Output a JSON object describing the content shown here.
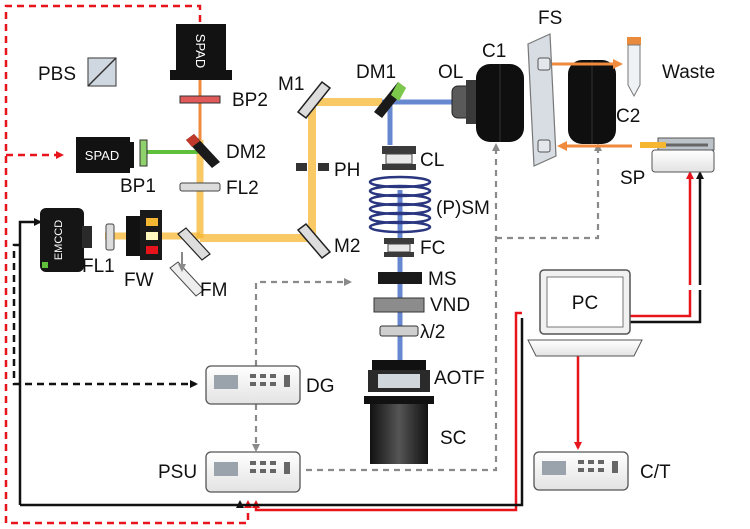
{
  "labels": {
    "fs": "FS",
    "pbs": "PBS",
    "spad_top": "SPAD",
    "spad_side": "SPAD",
    "bp2": "BP2",
    "m1": "M1",
    "dm1": "DM1",
    "ol": "OL",
    "c1": "C1",
    "waste": "Waste",
    "c2": "C2",
    "dm2": "DM2",
    "bp1": "BP1",
    "ph": "PH",
    "cl": "CL",
    "fl2": "FL2",
    "sp": "SP",
    "psm": "(P)SM",
    "emccd": "EMCCD",
    "fl1": "FL1",
    "fw": "FW",
    "fm": "FM",
    "m2": "M2",
    "fc": "FC",
    "ms": "MS",
    "vnd": "VND",
    "pc": "PC",
    "half_wave": "λ/2",
    "dg": "DG",
    "aotf": "AOTF",
    "sc": "SC",
    "psu": "PSU",
    "ct": "C/T"
  },
  "colors": {
    "signal_red": "#e8141b",
    "control_black": "#111111",
    "dashed_grey": "#8a8a8a",
    "beam_orange": "#f5b731",
    "beam_blue": "#4d72c9",
    "beam_green": "#5fbf3a",
    "fluid_orange": "#f08a3c"
  }
}
